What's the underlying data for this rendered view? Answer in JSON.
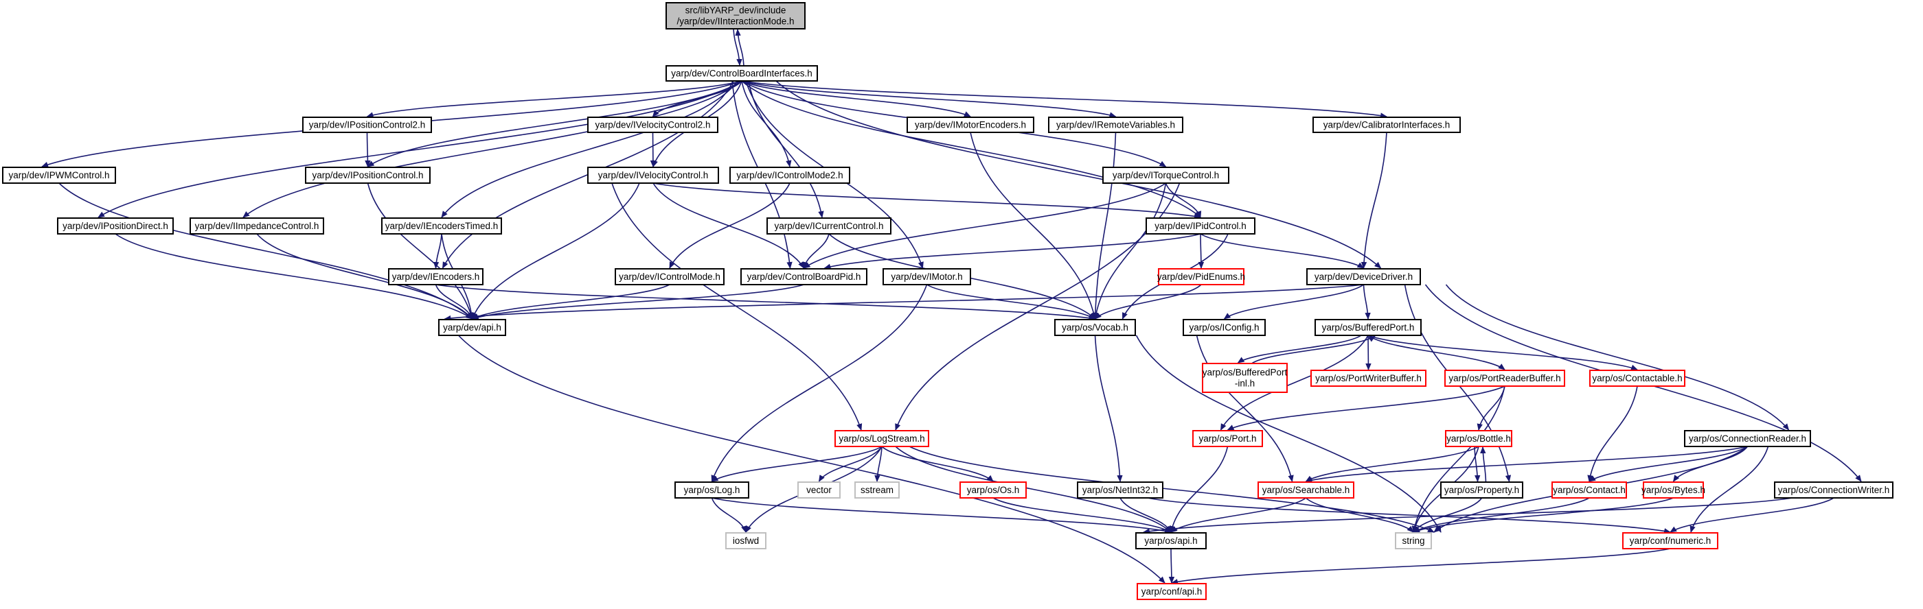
{
  "title": "src/libYARP_dev/include/yarp/dev/IInteractionMode.h",
  "colors": {
    "edge": "#191970",
    "root_fill": "#bfbfbf",
    "node_border": "#000000",
    "truncated_border": "#ff0000",
    "external_border": "#bfbfbf"
  },
  "nodes": [
    {
      "id": "n0",
      "lines": [
        "src/libYARP_dev/include",
        "/yarp/dev/IInteractionMode.h"
      ],
      "style": "root"
    },
    {
      "id": "n1",
      "lines": [
        "yarp/dev/ControlBoardInterfaces.h"
      ],
      "style": "normal"
    },
    {
      "id": "n2",
      "lines": [
        "yarp/dev/IPositionControl2.h"
      ],
      "style": "normal"
    },
    {
      "id": "n3",
      "lines": [
        "yarp/dev/IVelocityControl2.h"
      ],
      "style": "normal"
    },
    {
      "id": "n4",
      "lines": [
        "yarp/dev/IMotorEncoders.h"
      ],
      "style": "normal"
    },
    {
      "id": "n5",
      "lines": [
        "yarp/dev/IRemoteVariables.h"
      ],
      "style": "normal"
    },
    {
      "id": "n6",
      "lines": [
        "yarp/dev/CalibratorInterfaces.h"
      ],
      "style": "normal"
    },
    {
      "id": "n7",
      "lines": [
        "yarp/dev/IPWMControl.h"
      ],
      "style": "normal"
    },
    {
      "id": "n8",
      "lines": [
        "yarp/dev/IPositionControl.h"
      ],
      "style": "normal"
    },
    {
      "id": "n9",
      "lines": [
        "yarp/dev/IVelocityControl.h"
      ],
      "style": "normal"
    },
    {
      "id": "n10",
      "lines": [
        "yarp/dev/IControlMode2.h"
      ],
      "style": "normal"
    },
    {
      "id": "n11",
      "lines": [
        "yarp/dev/ITorqueControl.h"
      ],
      "style": "normal"
    },
    {
      "id": "n12",
      "lines": [
        "yarp/dev/IPositionDirect.h"
      ],
      "style": "normal"
    },
    {
      "id": "n13",
      "lines": [
        "yarp/dev/IImpedanceControl.h"
      ],
      "style": "normal"
    },
    {
      "id": "n14",
      "lines": [
        "yarp/dev/IEncodersTimed.h"
      ],
      "style": "normal"
    },
    {
      "id": "n15",
      "lines": [
        "yarp/dev/ICurrentControl.h"
      ],
      "style": "normal"
    },
    {
      "id": "n16",
      "lines": [
        "yarp/dev/IPidControl.h"
      ],
      "style": "normal"
    },
    {
      "id": "n17",
      "lines": [
        "yarp/dev/IEncoders.h"
      ],
      "style": "normal"
    },
    {
      "id": "n18",
      "lines": [
        "yarp/dev/IControlMode.h"
      ],
      "style": "normal"
    },
    {
      "id": "n19",
      "lines": [
        "yarp/dev/ControlBoardPid.h"
      ],
      "style": "normal"
    },
    {
      "id": "n20",
      "lines": [
        "yarp/dev/IMotor.h"
      ],
      "style": "normal"
    },
    {
      "id": "n21",
      "lines": [
        "yarp/dev/PidEnums.h"
      ],
      "style": "red"
    },
    {
      "id": "n22",
      "lines": [
        "yarp/dev/DeviceDriver.h"
      ],
      "style": "normal"
    },
    {
      "id": "n23",
      "lines": [
        "yarp/dev/api.h"
      ],
      "style": "normal"
    },
    {
      "id": "n24",
      "lines": [
        "yarp/os/Vocab.h"
      ],
      "style": "normal"
    },
    {
      "id": "n25",
      "lines": [
        "yarp/os/IConfig.h"
      ],
      "style": "normal"
    },
    {
      "id": "n26",
      "lines": [
        "yarp/os/BufferedPort.h"
      ],
      "style": "normal"
    },
    {
      "id": "n27",
      "lines": [
        "yarp/os/BufferedPort",
        "-inl.h"
      ],
      "style": "red"
    },
    {
      "id": "n28",
      "lines": [
        "yarp/os/PortWriterBuffer.h"
      ],
      "style": "red"
    },
    {
      "id": "n29",
      "lines": [
        "yarp/os/PortReaderBuffer.h"
      ],
      "style": "red"
    },
    {
      "id": "n30",
      "lines": [
        "yarp/os/Contactable.h"
      ],
      "style": "red"
    },
    {
      "id": "n31",
      "lines": [
        "yarp/os/LogStream.h"
      ],
      "style": "red"
    },
    {
      "id": "n32",
      "lines": [
        "yarp/os/Port.h"
      ],
      "style": "red"
    },
    {
      "id": "n33",
      "lines": [
        "yarp/os/Bottle.h"
      ],
      "style": "red"
    },
    {
      "id": "n34",
      "lines": [
        "yarp/os/ConnectionReader.h"
      ],
      "style": "normal"
    },
    {
      "id": "n35",
      "lines": [
        "yarp/os/Log.h"
      ],
      "style": "normal"
    },
    {
      "id": "n36",
      "lines": [
        "vector"
      ],
      "style": "gray"
    },
    {
      "id": "n37",
      "lines": [
        "sstream"
      ],
      "style": "gray"
    },
    {
      "id": "n38",
      "lines": [
        "yarp/os/Os.h"
      ],
      "style": "red"
    },
    {
      "id": "n39",
      "lines": [
        "yarp/os/NetInt32.h"
      ],
      "style": "normal"
    },
    {
      "id": "n40",
      "lines": [
        "yarp/os/Searchable.h"
      ],
      "style": "red"
    },
    {
      "id": "n41",
      "lines": [
        "yarp/os/Property.h"
      ],
      "style": "normal"
    },
    {
      "id": "n42",
      "lines": [
        "yarp/os/Contact.h"
      ],
      "style": "red"
    },
    {
      "id": "n43",
      "lines": [
        "yarp/os/Bytes.h"
      ],
      "style": "red"
    },
    {
      "id": "n44",
      "lines": [
        "yarp/os/ConnectionWriter.h"
      ],
      "style": "normal"
    },
    {
      "id": "n45",
      "lines": [
        "iosfwd"
      ],
      "style": "gray"
    },
    {
      "id": "n46",
      "lines": [
        "yarp/os/api.h"
      ],
      "style": "normal"
    },
    {
      "id": "n47",
      "lines": [
        "string"
      ],
      "style": "gray"
    },
    {
      "id": "n48",
      "lines": [
        "yarp/conf/numeric.h"
      ],
      "style": "red"
    },
    {
      "id": "n49",
      "lines": [
        "yarp/conf/api.h"
      ],
      "style": "red"
    }
  ],
  "edges": [
    [
      "n0",
      "n1"
    ],
    [
      "n1",
      "n0"
    ],
    [
      "n1",
      "n2"
    ],
    [
      "n1",
      "n3"
    ],
    [
      "n1",
      "n4"
    ],
    [
      "n1",
      "n5"
    ],
    [
      "n1",
      "n6"
    ],
    [
      "n1",
      "n7"
    ],
    [
      "n1",
      "n8"
    ],
    [
      "n1",
      "n9"
    ],
    [
      "n1",
      "n10"
    ],
    [
      "n1",
      "n11"
    ],
    [
      "n1",
      "n12"
    ],
    [
      "n1",
      "n13"
    ],
    [
      "n1",
      "n14"
    ],
    [
      "n1",
      "n15"
    ],
    [
      "n1",
      "n16"
    ],
    [
      "n1",
      "n17"
    ],
    [
      "n1",
      "n19"
    ],
    [
      "n1",
      "n20"
    ],
    [
      "n1",
      "n22"
    ],
    [
      "n2",
      "n8"
    ],
    [
      "n3",
      "n9"
    ],
    [
      "n4",
      "n24"
    ],
    [
      "n5",
      "n24"
    ],
    [
      "n6",
      "n22"
    ],
    [
      "n7",
      "n23"
    ],
    [
      "n8",
      "n23"
    ],
    [
      "n9",
      "n16"
    ],
    [
      "n9",
      "n19"
    ],
    [
      "n9",
      "n23"
    ],
    [
      "n9",
      "n31"
    ],
    [
      "n10",
      "n18"
    ],
    [
      "n11",
      "n16"
    ],
    [
      "n11",
      "n19"
    ],
    [
      "n11",
      "n24"
    ],
    [
      "n11",
      "n31"
    ],
    [
      "n12",
      "n23"
    ],
    [
      "n13",
      "n23"
    ],
    [
      "n14",
      "n17"
    ],
    [
      "n14",
      "n23"
    ],
    [
      "n15",
      "n19"
    ],
    [
      "n15",
      "n24"
    ],
    [
      "n16",
      "n19"
    ],
    [
      "n16",
      "n21"
    ],
    [
      "n16",
      "n22"
    ],
    [
      "n16",
      "n24"
    ],
    [
      "n17",
      "n23"
    ],
    [
      "n17",
      "n24"
    ],
    [
      "n18",
      "n23"
    ],
    [
      "n19",
      "n23"
    ],
    [
      "n20",
      "n24"
    ],
    [
      "n20",
      "n35"
    ],
    [
      "n21",
      "n24"
    ],
    [
      "n22",
      "n23"
    ],
    [
      "n22",
      "n25"
    ],
    [
      "n22",
      "n26"
    ],
    [
      "n22",
      "n41"
    ],
    [
      "n22",
      "n34"
    ],
    [
      "n22",
      "n44"
    ],
    [
      "n23",
      "n49"
    ],
    [
      "n24",
      "n39"
    ],
    [
      "n24",
      "n47"
    ],
    [
      "n25",
      "n40"
    ],
    [
      "n26",
      "n27"
    ],
    [
      "n26",
      "n28"
    ],
    [
      "n26",
      "n29"
    ],
    [
      "n26",
      "n30"
    ],
    [
      "n26",
      "n32"
    ],
    [
      "n27",
      "n26"
    ],
    [
      "n29",
      "n32"
    ],
    [
      "n29",
      "n33"
    ],
    [
      "n29",
      "n47"
    ],
    [
      "n30",
      "n42"
    ],
    [
      "n32",
      "n46"
    ],
    [
      "n33",
      "n40"
    ],
    [
      "n33",
      "n41"
    ],
    [
      "n33",
      "n47"
    ],
    [
      "n41",
      "n33"
    ],
    [
      "n41",
      "n47"
    ],
    [
      "n31",
      "n35"
    ],
    [
      "n31",
      "n36"
    ],
    [
      "n31",
      "n37"
    ],
    [
      "n31",
      "n38"
    ],
    [
      "n31",
      "n45"
    ],
    [
      "n31",
      "n46"
    ],
    [
      "n31",
      "n47"
    ],
    [
      "n34",
      "n40"
    ],
    [
      "n34",
      "n42"
    ],
    [
      "n34",
      "n43"
    ],
    [
      "n34",
      "n47"
    ],
    [
      "n34",
      "n48"
    ],
    [
      "n35",
      "n45"
    ],
    [
      "n35",
      "n46"
    ],
    [
      "n38",
      "n46"
    ],
    [
      "n39",
      "n46"
    ],
    [
      "n39",
      "n48"
    ],
    [
      "n40",
      "n46"
    ],
    [
      "n40",
      "n47"
    ],
    [
      "n42",
      "n47"
    ],
    [
      "n43",
      "n47"
    ],
    [
      "n44",
      "n46"
    ],
    [
      "n44",
      "n48"
    ],
    [
      "n46",
      "n49"
    ],
    [
      "n48",
      "n49"
    ]
  ]
}
